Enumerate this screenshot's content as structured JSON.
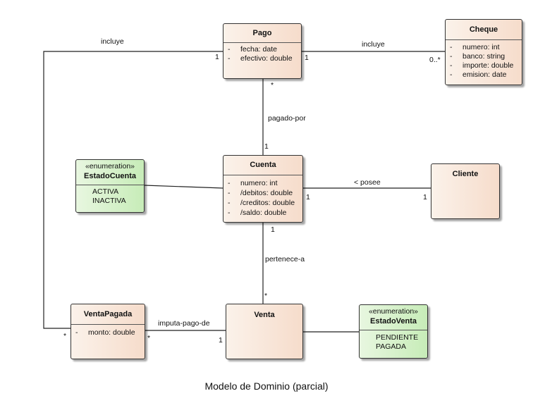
{
  "classes": {
    "pago": {
      "name": "Pago",
      "attrs": [
        {
          "vis": "-",
          "text": "fecha: date"
        },
        {
          "vis": "-",
          "text": "efectivo: double"
        }
      ]
    },
    "cheque": {
      "name": "Cheque",
      "attrs": [
        {
          "vis": "-",
          "text": "numero: int"
        },
        {
          "vis": "-",
          "text": "banco: string"
        },
        {
          "vis": "-",
          "text": "importe: double"
        },
        {
          "vis": "-",
          "text": "emision: date"
        }
      ]
    },
    "cuenta": {
      "name": "Cuenta",
      "attrs": [
        {
          "vis": "-",
          "text": "numero: int"
        },
        {
          "vis": "-",
          "text": "/debitos: double"
        },
        {
          "vis": "-",
          "text": "/creditos: double"
        },
        {
          "vis": "-",
          "text": "/saldo: double"
        }
      ]
    },
    "cliente": {
      "name": "Cliente"
    },
    "estadoCuenta": {
      "stereotype": "«enumeration»",
      "name": "EstadoCuenta",
      "literals": [
        "ACTIVA",
        "INACTIVA"
      ]
    },
    "ventaPagada": {
      "name": "VentaPagada",
      "attrs": [
        {
          "vis": "-",
          "text": "monto: double"
        }
      ]
    },
    "venta": {
      "name": "Venta"
    },
    "estadoVenta": {
      "stereotype": "«enumeration»",
      "name": "EstadoVenta",
      "literals": [
        "PENDIENTE",
        "PAGADA"
      ]
    }
  },
  "associations": {
    "pago_cheque": {
      "name": "incluye",
      "mult_pago": "1",
      "mult_cheque": "0..*"
    },
    "ventaPagada_pago": {
      "name": "incluye",
      "mult_pago": "1",
      "mult_ventaPagada": "*"
    },
    "pago_cuenta": {
      "name": "pagado-por",
      "mult_pago": "*",
      "mult_cuenta": "1"
    },
    "cuenta_cliente": {
      "name": "< posee",
      "mult_cuenta": "1",
      "mult_cliente": "1"
    },
    "cuenta_venta": {
      "name": "pertenece-a",
      "mult_cuenta": "1",
      "mult_venta": "*"
    },
    "ventaPagada_venta": {
      "name": "imputa-pago-de",
      "mult_ventaPagada": "*",
      "mult_venta": "1"
    }
  },
  "caption": "Modelo de Dominio (parcial)",
  "colors": {
    "class_fill": "#f6dccb",
    "enumeration_fill": "#c7ecb8",
    "line": "#222222"
  }
}
